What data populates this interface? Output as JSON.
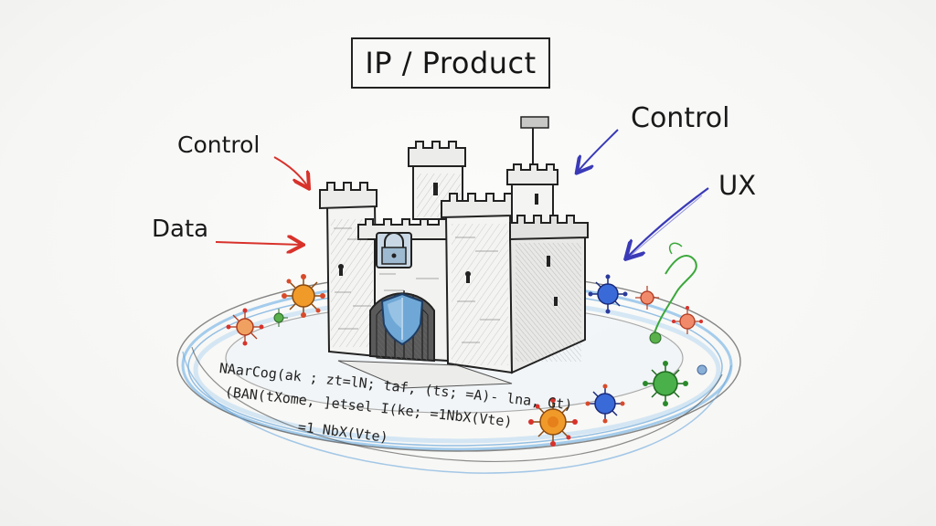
{
  "title": "IP / Product",
  "labels": {
    "control_left": "Control",
    "data": "Data",
    "control_right": "Control",
    "ux": "UX"
  },
  "moat_code": [
    "NAarCog(ak ; zt=lN; taf, (ts; =A)- lna, Gt)",
    "(BAN(tXome, ]etsel I(ke; =1NbX(Vte)",
    "=1 NbX(Vte)"
  ],
  "colors": {
    "arrow_red": "#d8322b",
    "arrow_blue": "#3a3ab8",
    "virus_orange": "#e88a1a",
    "virus_blue": "#2c5cc8",
    "virus_green": "#3aa83a",
    "virus_red": "#d84a2a",
    "moat_blue": "#8fc0e8"
  },
  "icons": [
    "castle-icon",
    "padlock-icon",
    "shield-icon",
    "flag-icon",
    "virus-icon"
  ]
}
